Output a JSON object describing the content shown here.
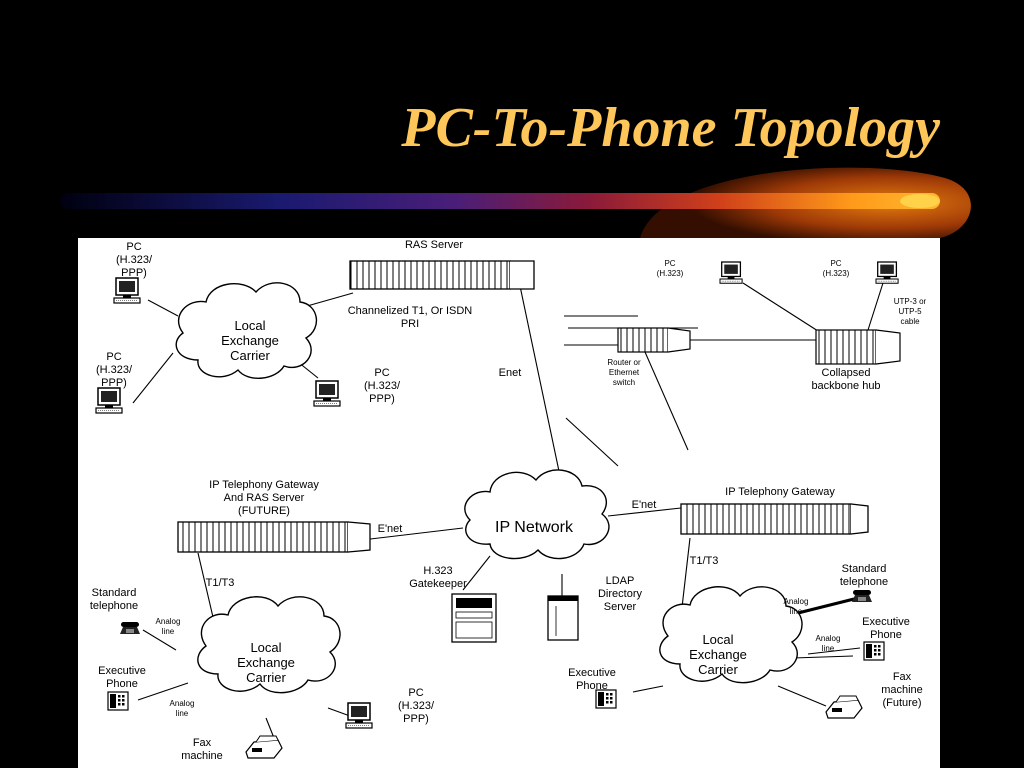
{
  "slide": {
    "title": "PC-To-Phone Topology",
    "colors": {
      "background": "#000000",
      "title": "#ffc65a",
      "accent_orange": "#ff9a1a",
      "diagram_bg": "#ffffff"
    }
  },
  "diagram": {
    "nodes": {
      "pc_top_left": [
        "PC",
        "(H.323/",
        "PPP)"
      ],
      "pc_mid_left": [
        "PC",
        "(H.323/",
        "PPP)"
      ],
      "pc_top_center": [
        "PC",
        "(H.323/",
        "PPP)"
      ],
      "pc_bottom": [
        "PC",
        "(H.323/",
        "PPP)"
      ],
      "pc_hub_left": [
        "PC",
        "(H.323)"
      ],
      "pc_hub_right": [
        "PC",
        "(H.323)"
      ],
      "cloud_top": [
        "Local",
        "Exchange",
        "Carrier"
      ],
      "cloud_bl": [
        "Local",
        "Exchange",
        "Carrier"
      ],
      "cloud_br": [
        "Local",
        "Exchange",
        "Carrier"
      ],
      "ras_server": "RAS Server",
      "channelized": [
        "Channelized T1, Or ISDN",
        "PRI"
      ],
      "router": [
        "Router or",
        "Ethernet",
        "switch"
      ],
      "hub": [
        "Collapsed",
        "backbone hub"
      ],
      "utp": [
        "UTP-3 or",
        "UTP-5",
        "cable"
      ],
      "enet": "Enet",
      "ip_network": "IP Network",
      "gw_left": [
        "IP Telephony Gateway",
        "And RAS Server",
        "(FUTURE)"
      ],
      "gw_right": "IP Telephony Gateway",
      "enet_left": "E'net",
      "enet_right": "E'net",
      "t1_left": "T1/T3",
      "t1_right": "T1/T3",
      "gatekeeper": [
        "H.323",
        "Gatekeeper"
      ],
      "ldap": [
        "LDAP",
        "Directory",
        "Server"
      ],
      "std_tel_left": [
        "Standard",
        "telephone"
      ],
      "std_tel_right": [
        "Standard",
        "telephone"
      ],
      "exec_left": [
        "Executive",
        "Phone"
      ],
      "exec_right": [
        "Executive",
        "Phone"
      ],
      "exec_bottom": [
        "Executive",
        "Phone"
      ],
      "analog1": [
        "Analog",
        "line"
      ],
      "analog2": [
        "Analog",
        "line"
      ],
      "analog3": [
        "Analog",
        "line"
      ],
      "analog4": [
        "Analog",
        "line"
      ],
      "fax_bottom": [
        "Fax",
        "machine"
      ],
      "fax_right": [
        "Fax",
        "machine",
        "(Future)"
      ]
    }
  }
}
